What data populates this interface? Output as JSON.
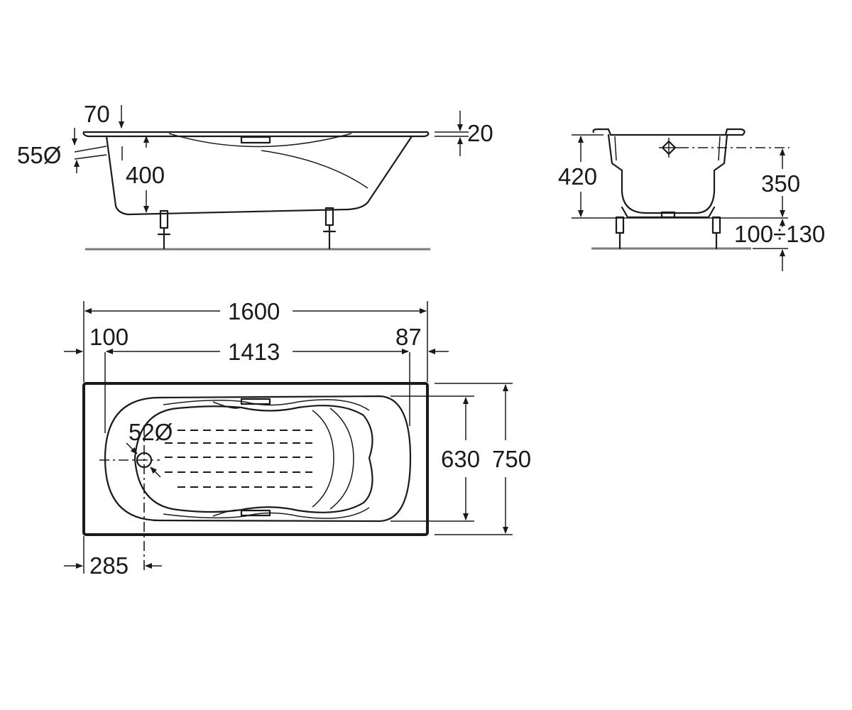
{
  "side_view": {
    "rim_overhang": "70",
    "rim_thickness": "20",
    "overflow_diameter": "55Ø",
    "depth": "400"
  },
  "end_view": {
    "total_height": "420",
    "overflow_height": "350",
    "leg_height_range": "100÷130"
  },
  "plan_view": {
    "overall_length": "1600",
    "inner_length": "1413",
    "left_offset": "100",
    "right_offset": "87",
    "drain_diameter": "52Ø",
    "inner_width": "630",
    "overall_width": "750",
    "drain_offset": "285"
  }
}
